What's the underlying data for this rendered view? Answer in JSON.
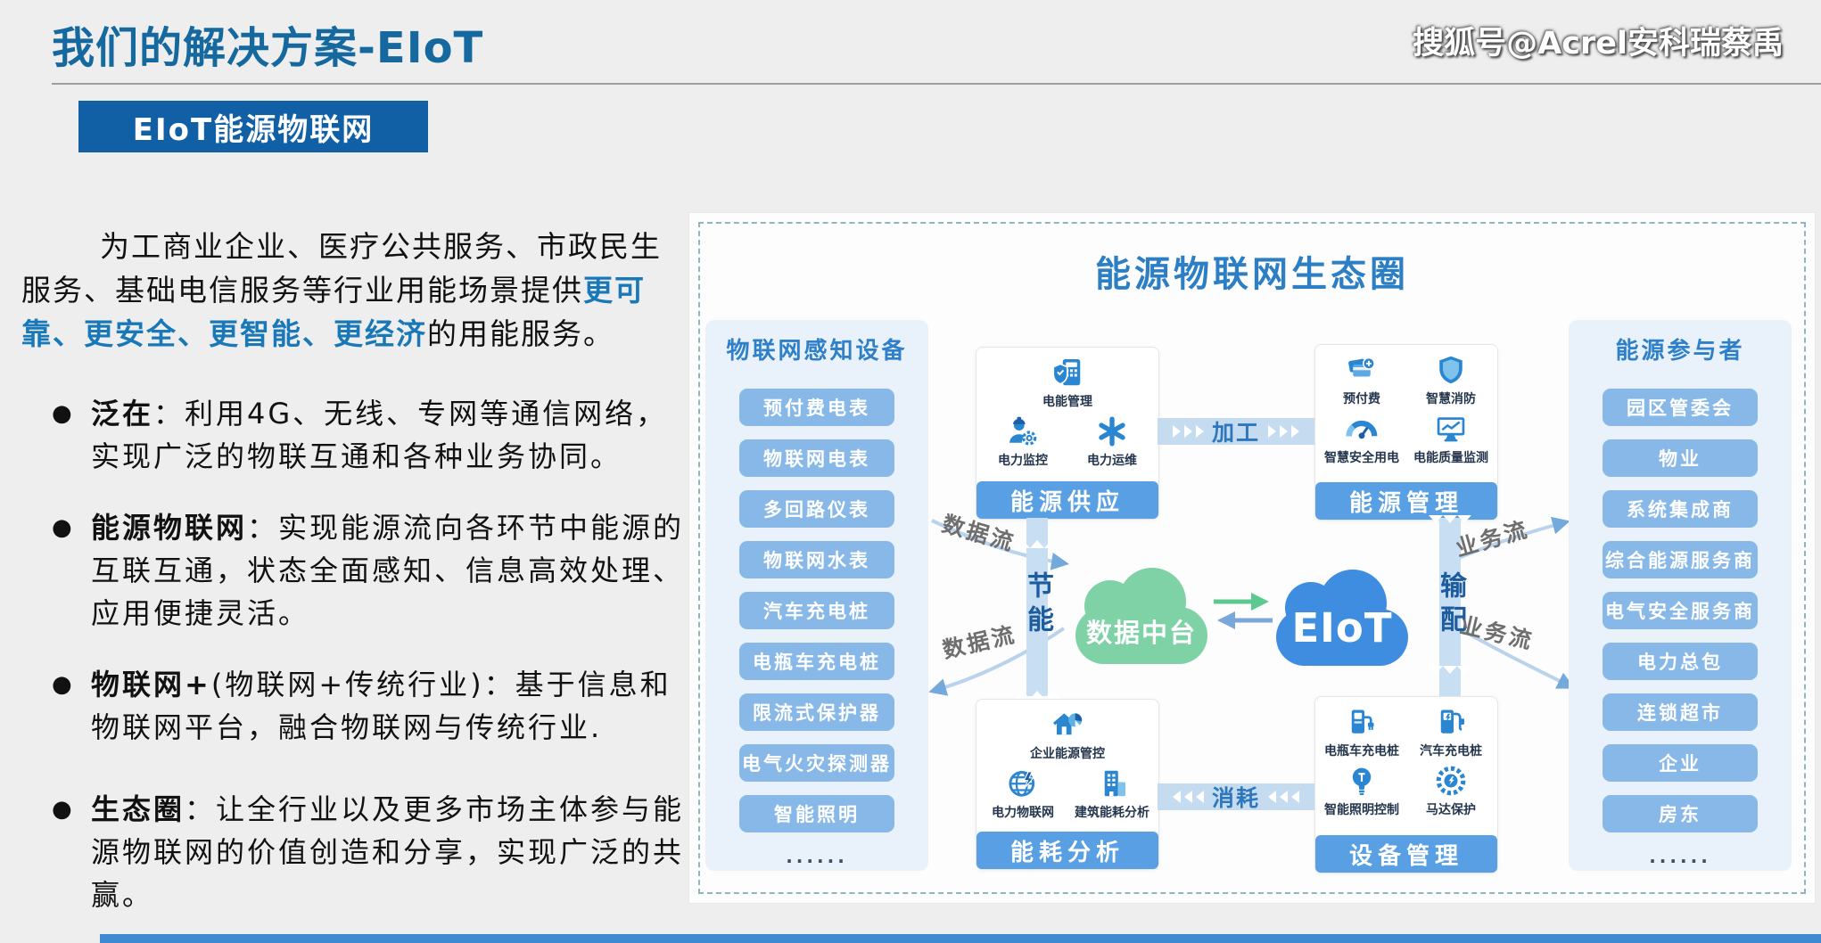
{
  "header": {
    "title": "我们的解决方案-EIoT",
    "watermark": "搜狐号@Acrel安科瑞蔡禹",
    "badge": "EIoT能源物联网"
  },
  "intro": {
    "lead": "为工商业企业、医疗公共服务、市政民生服务、基础电信服务等行业用能场景提供",
    "highlight": "更可靠、更安全、更智能、更经济",
    "tail": "的用能服务。"
  },
  "bullets": [
    {
      "marker": "●",
      "term": "泛在",
      "text": "：利用4G、无线、专网等通信网络，实现广泛的物联互通和各种业务协同。"
    },
    {
      "marker": "●",
      "term": "能源物联网",
      "text": "：实现能源流向各环节中能源的互联互通，状态全面感知、信息高效处理、应用便捷灵活。"
    },
    {
      "marker": "●",
      "term": "物联网+",
      "text": "(物联网+传统行业)：基于信息和物联网平台，融合物联网与传统行业."
    },
    {
      "marker": "●",
      "term": "生态圈",
      "text": "：让全行业以及更多市场主体参与能源物联网的价值创造和分享，实现广泛的共赢。"
    }
  ],
  "diagram": {
    "title": "能源物联网生态圈",
    "left_panel": {
      "header": "物联网感知设备",
      "items": [
        "预付费电表",
        "物联网电表",
        "多回路仪表",
        "物联网水表",
        "汽车充电桩",
        "电瓶车充电桩",
        "限流式保护器",
        "电气火灾探测器",
        "智能照明"
      ],
      "more": "......"
    },
    "right_panel": {
      "header": "能源参与者",
      "items": [
        "园区管委会",
        "物业",
        "系统集成商",
        "综合能源服务商",
        "电气安全服务商",
        "电力总包",
        "连锁超市",
        "企业",
        "房东"
      ],
      "more": "......"
    },
    "boxes": {
      "supply": {
        "title": "能源供应",
        "items": [
          {
            "label": "电能管理"
          },
          {
            "label": "电力监控"
          },
          {
            "label": "电力运维"
          }
        ]
      },
      "management": {
        "title": "能源管理",
        "items": [
          {
            "label": "预付费"
          },
          {
            "label": "智慧消防"
          },
          {
            "label": "智慧安全用电"
          },
          {
            "label": "电能质量监测"
          }
        ]
      },
      "analysis": {
        "title": "能耗分析",
        "items": [
          {
            "label": "企业能源管控"
          },
          {
            "label": "电力物联网"
          },
          {
            "label": "建筑能耗分析"
          }
        ]
      },
      "device": {
        "title": "设备管理",
        "items": [
          {
            "label": "电瓶车充电桩"
          },
          {
            "label": "汽车充电桩"
          },
          {
            "label": "智能照明控制"
          },
          {
            "label": "马达保护"
          }
        ]
      }
    },
    "clouds": {
      "data_platform": "数据中台",
      "eiot": "EIoT"
    },
    "flows": {
      "process": "加工",
      "consume": "消耗",
      "save": "节能",
      "transmit": "输配",
      "data_flow_top": "数据流",
      "data_flow_bottom": "数据流",
      "business_flow_top": "业务流",
      "business_flow_bottom": "业务流"
    }
  },
  "colors": {
    "title_blue": "#15699f",
    "badge_blue": "#1160a6",
    "highlight_blue": "#1878b8",
    "diagram_title_blue": "#2c7fc4",
    "item_button_blue": "#88b8e8",
    "bar_blue": "#58a0e3",
    "cloud_green": "#7fd2a5",
    "cloud_blue": "#3e8de0"
  }
}
